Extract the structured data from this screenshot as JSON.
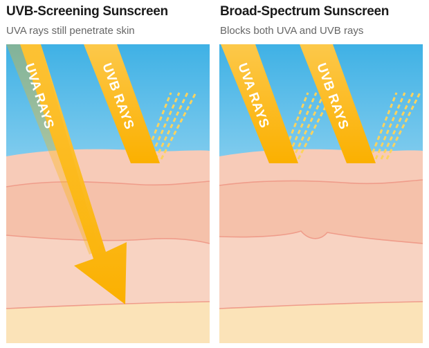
{
  "panels": [
    {
      "title": "UVB-Screening Sunscreen",
      "subtitle": "UVA rays still penetrate skin",
      "uva_label": "UVA RAYS",
      "uvb_label": "UVB RAYS"
    },
    {
      "title": "Broad-Spectrum Sunscreen",
      "subtitle": "Blocks both UVA and UVB rays",
      "uva_label": "UVA RAYS",
      "uvb_label": "UVB RAYS"
    }
  ],
  "colors": {
    "sky_top": "#3fb1e5",
    "sky_bottom": "#e4f4fb",
    "epidermis": "#f7c9b7",
    "dermis": "#f5c0a8",
    "subcutis": "#f8d2c0",
    "fat": "#fbe3b6",
    "layer_line": "#ef9c8a",
    "ray": "#fbb60f",
    "ray_light": "#fcd25b"
  }
}
